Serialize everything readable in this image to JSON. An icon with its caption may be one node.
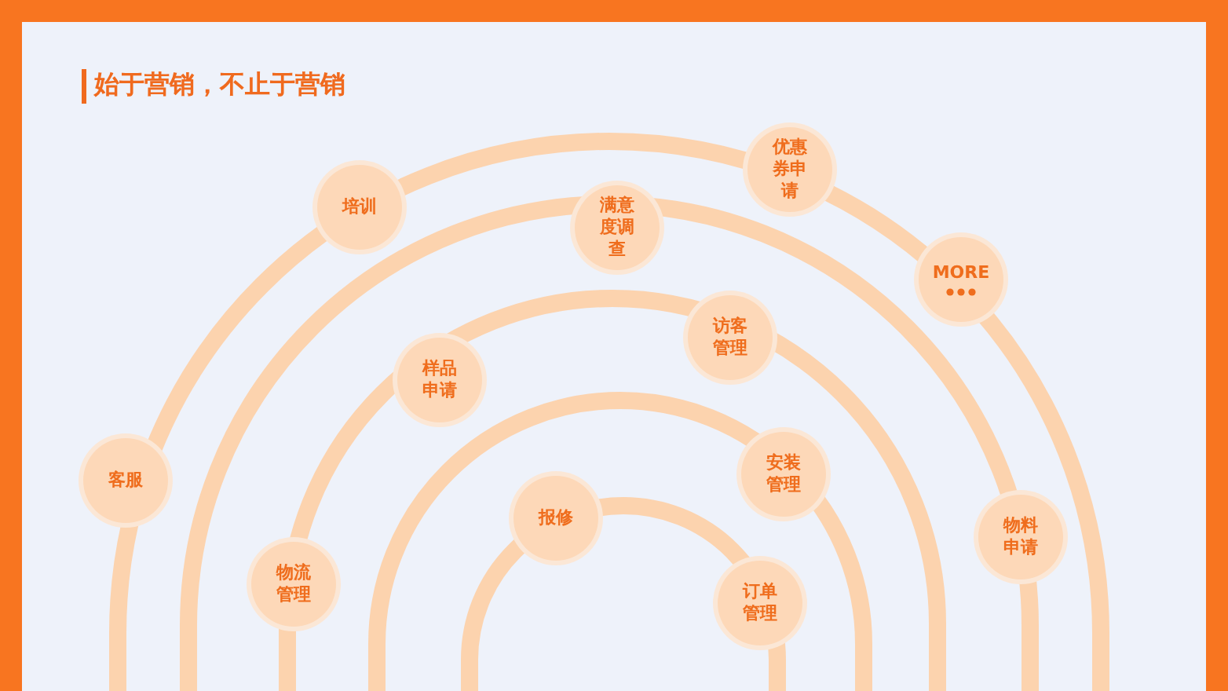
{
  "diagram": {
    "title": "始于营销，不止于营销",
    "nodes": [
      {
        "text": [
          "培训"
        ]
      },
      {
        "text": [
          "优惠券申请"
        ]
      },
      {
        "text": [
          "满意度调查"
        ]
      },
      {
        "text": [
          "MORE"
        ]
      },
      {
        "text": [
          "样品申请"
        ]
      },
      {
        "text": [
          "访客管理"
        ]
      },
      {
        "text": [
          "客服"
        ]
      },
      {
        "text": [
          "安装管理"
        ]
      },
      {
        "text": [
          "报修"
        ]
      },
      {
        "text": [
          "物料申请"
        ]
      },
      {
        "text": [
          "物流管理"
        ]
      },
      {
        "text": [
          "订单管理"
        ]
      }
    ]
  }
}
